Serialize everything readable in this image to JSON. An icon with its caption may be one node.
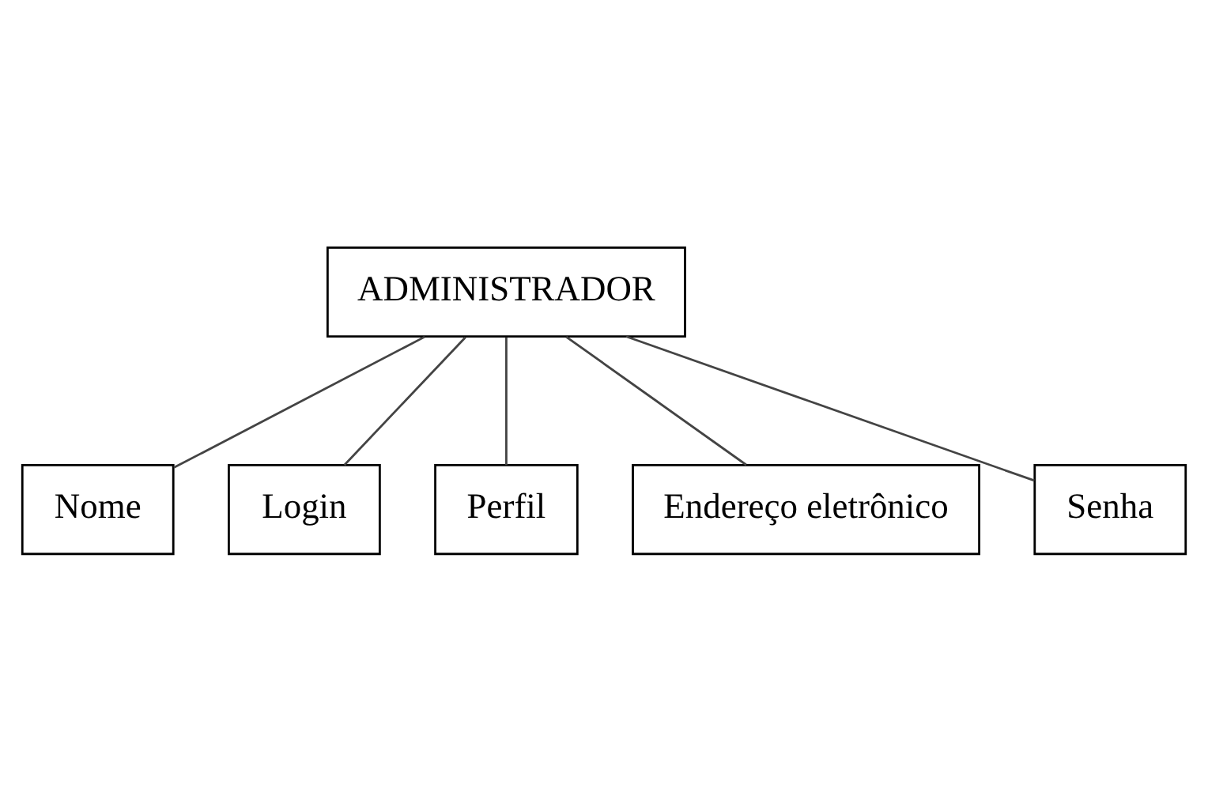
{
  "diagram": {
    "nodes": [
      {
        "text": [
          "ADMINISTRADOR"
        ]
      },
      {
        "text": [
          "Nome"
        ]
      },
      {
        "text": [
          "Login"
        ]
      },
      {
        "text": [
          "Perfil"
        ]
      },
      {
        "text": [
          "Endereço eletrônico"
        ]
      },
      {
        "text": [
          "Senha"
        ]
      }
    ],
    "edges": [
      {
        "from": 0,
        "to": 1,
        "arrow": "none"
      },
      {
        "from": 0,
        "to": 3,
        "arrow": "none"
      },
      {
        "from": 0,
        "to": 4,
        "arrow": "none"
      },
      {
        "from": 0,
        "to": 5,
        "arrow": "none"
      },
      {
        "from": 0,
        "to": 2,
        "arrow": "none"
      }
    ]
  }
}
